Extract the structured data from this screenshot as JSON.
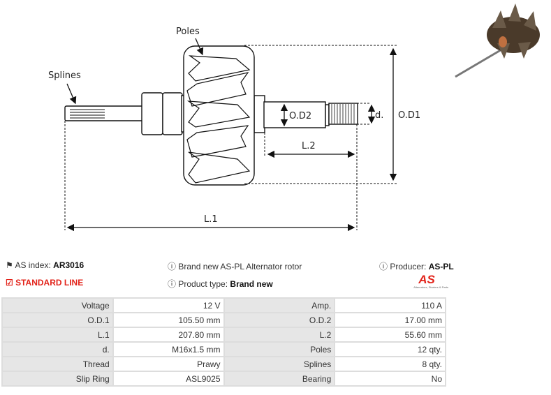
{
  "diagram": {
    "labels": {
      "poles": "Poles",
      "splines": "Splines",
      "od2": "O.D2",
      "d": "d.",
      "od1": "O.D1",
      "l2": "L.2",
      "l1": "L.1"
    }
  },
  "info": {
    "as_index_label": "AS index:",
    "as_index_value": "AR3016",
    "line": "STANDARD LINE",
    "description": "Brand new AS-PL Alternator rotor",
    "product_type_label": "Product type:",
    "product_type_value": "Brand new",
    "producer_label": "Producer:",
    "producer_value": "AS-PL",
    "logo_text": "AS",
    "logo_tagline": "Alternators, Starters & Parts"
  },
  "specs": [
    {
      "l1": "Voltage",
      "v1": "12 V",
      "l2": "Amp.",
      "v2": "110 A"
    },
    {
      "l1": "O.D.1",
      "v1": "105.50 mm",
      "l2": "O.D.2",
      "v2": "17.00 mm"
    },
    {
      "l1": "L.1",
      "v1": "207.80 mm",
      "l2": "L.2",
      "v2": "55.60 mm"
    },
    {
      "l1": "d.",
      "v1": "M16x1.5 mm",
      "l2": "Poles",
      "v2": "12 qty."
    },
    {
      "l1": "Thread",
      "v1": "Prawy",
      "l2": "Splines",
      "v2": "8 qty."
    },
    {
      "l1": "Slip Ring",
      "v1": "ASL9025",
      "l2": "Bearing",
      "v2": "No"
    }
  ],
  "colors": {
    "accent": "#e2231a"
  }
}
